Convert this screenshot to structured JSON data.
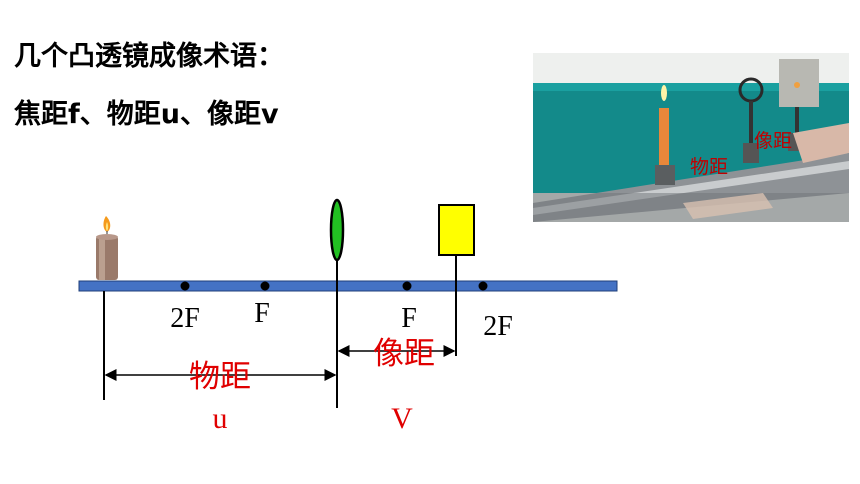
{
  "title_line1": "几个凸透镜成像术语：",
  "title_line2": "焦距f、物距u、像距v",
  "diagram": {
    "axis_labels": {
      "left_2f": "2F",
      "left_f": "F",
      "right_f": "F",
      "right_2f": "2F"
    },
    "object_distance_label": "物距",
    "object_distance_symbol": "u",
    "image_distance_label": "像距",
    "image_distance_symbol": "V",
    "colors": {
      "optical_bench": "#4472c4",
      "lens": "#22c022",
      "screen": "#ffff00",
      "label_red": "#e00000"
    },
    "icons": [
      "candle-icon",
      "convex-lens-icon",
      "screen-icon"
    ]
  },
  "photo": {
    "object_distance_label": "物距",
    "image_distance_label": "像距"
  }
}
